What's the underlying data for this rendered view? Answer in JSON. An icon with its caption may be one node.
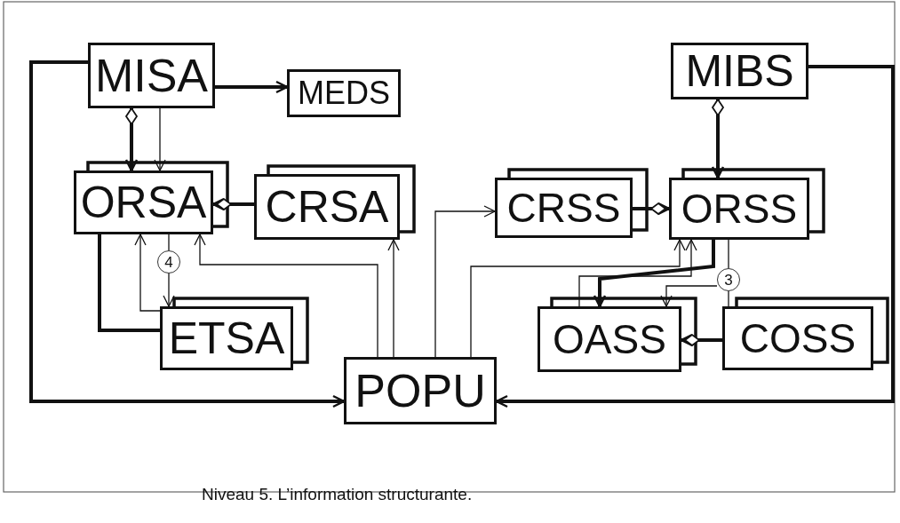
{
  "diagram": {
    "caption": "Niveau 5. L’information structurante.",
    "nodes": [
      {
        "text": [
          "MISA"
        ]
      },
      {
        "text": [
          "MEDS"
        ]
      },
      {
        "text": [
          "ORSA"
        ]
      },
      {
        "text": [
          "CRSA"
        ]
      },
      {
        "text": [
          "ETSA"
        ]
      },
      {
        "text": [
          "POPU"
        ]
      },
      {
        "text": [
          "MIBS"
        ]
      },
      {
        "text": [
          "CRSS"
        ]
      },
      {
        "text": [
          "ORSS"
        ]
      },
      {
        "text": [
          "OASS"
        ]
      },
      {
        "text": [
          "COSS"
        ]
      },
      {
        "text": [
          "4"
        ]
      },
      {
        "text": [
          "3"
        ]
      }
    ],
    "edges": [
      {
        "from": 0,
        "to": 1,
        "arrow": "to",
        "style": "thick"
      },
      {
        "from": 0,
        "to": 2,
        "arrow": "to",
        "style": "thick"
      },
      {
        "from": 0,
        "to": 2,
        "arrow": "to"
      },
      {
        "from": 0,
        "to": 5,
        "arrow": "to",
        "style": "thick"
      },
      {
        "from": 3,
        "to": 2,
        "arrow": "to",
        "style": "thick"
      },
      {
        "from": 2,
        "to": 4,
        "arrow": "none",
        "style": "thick"
      },
      {
        "from": 4,
        "to": 2,
        "arrow": "to"
      },
      {
        "from": 2,
        "to": 11,
        "arrow": "none"
      },
      {
        "from": 11,
        "to": 4,
        "arrow": "to"
      },
      {
        "from": 5,
        "to": 2,
        "arrow": "to"
      },
      {
        "from": 5,
        "to": 3,
        "arrow": "to"
      },
      {
        "from": 5,
        "to": 7,
        "arrow": "to"
      },
      {
        "from": 5,
        "to": 8,
        "arrow": "to"
      },
      {
        "from": 6,
        "to": 8,
        "arrow": "to",
        "style": "thick"
      },
      {
        "from": 6,
        "to": 5,
        "arrow": "to",
        "style": "thick"
      },
      {
        "from": 7,
        "to": 8,
        "arrow": "to",
        "style": "thick"
      },
      {
        "from": 9,
        "to": 8,
        "arrow": "to"
      },
      {
        "from": 8,
        "to": 9,
        "arrow": "to",
        "style": "thick"
      },
      {
        "from": 8,
        "to": 12,
        "arrow": "none"
      },
      {
        "from": 12,
        "to": 9,
        "arrow": "to"
      },
      {
        "from": 12,
        "to": 10,
        "arrow": "none"
      },
      {
        "from": 10,
        "to": 9,
        "arrow": "to",
        "style": "thick"
      }
    ]
  }
}
